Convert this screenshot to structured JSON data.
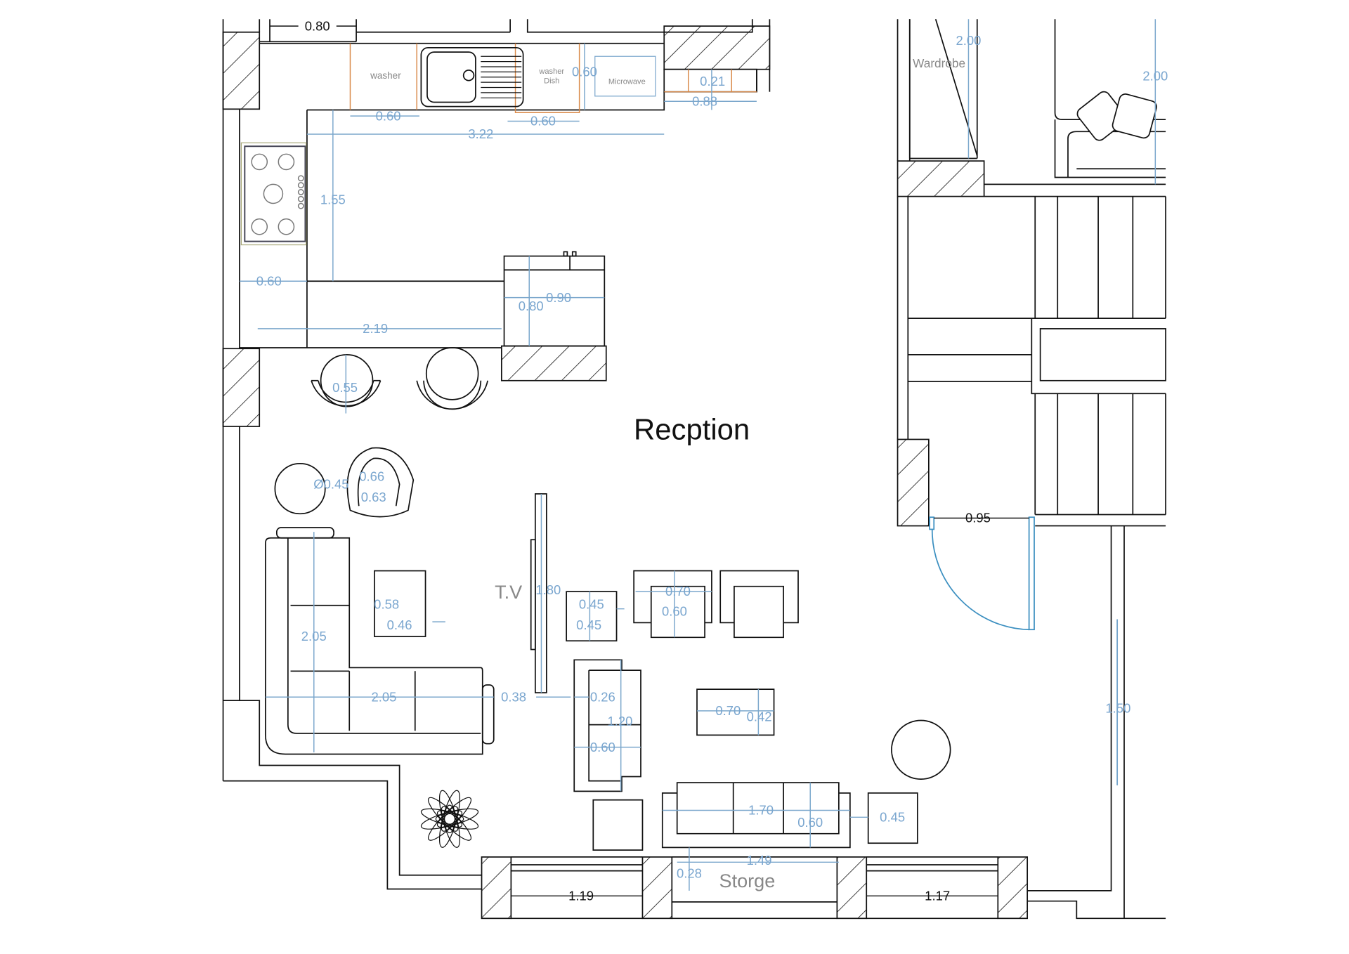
{
  "title": "Recption",
  "labels": {
    "washer": "washer",
    "dish_washer_1": "washer",
    "dish_washer_2": "Dish",
    "microwave": "Microwave",
    "tv": "T.V",
    "storage": "Storge",
    "wardrobe": "Wardrobe"
  },
  "dimensions": {
    "top_opening": "0.80",
    "washer_width": "0.60",
    "dishwasher_width": "0.60",
    "counter_depth": "0.60",
    "niche_021": "0.21",
    "niche_088": "0.88",
    "counter_length": "3.22",
    "stove_side": "1.55",
    "side_counter_depth": "0.60",
    "island_length": "2.19",
    "fridge_width": "0.90",
    "fridge_depth": "0.80",
    "stool": "0.55",
    "side_table_diameter": "Ø0.45",
    "armchair_width": "0.66",
    "armchair_depth": "0.63",
    "tv_length": "1.80",
    "end_table_depth": "0.58",
    "end_table_width": "0.46",
    "sofa_l_vertical": "2.05",
    "sofa_l_horizontal": "2.05",
    "gap_038": "0.38",
    "ottoman_w": "0.45",
    "ottoman_d": "0.45",
    "chair_w": "0.70",
    "chair_d": "0.60",
    "loveseat_arm": "0.26",
    "loveseat_length": "1.20",
    "loveseat_depth": "0.60",
    "coffee_table_w": "0.70",
    "coffee_table_d": "0.42",
    "sofa_length": "1.70",
    "sofa_depth": "0.60",
    "side_box": "0.45",
    "storage_length": "1.49",
    "storage_depth": "0.28",
    "window_left": "1.19",
    "window_right": "1.17",
    "door_width": "0.95",
    "right_window": "1.50",
    "wardrobe_height": "2.00",
    "bed_length": "2.00"
  },
  "colors": {
    "dimension": "#7ba7cc",
    "wall": "#111111",
    "door": "#3b8fc0",
    "counter": "#d98a4a"
  }
}
